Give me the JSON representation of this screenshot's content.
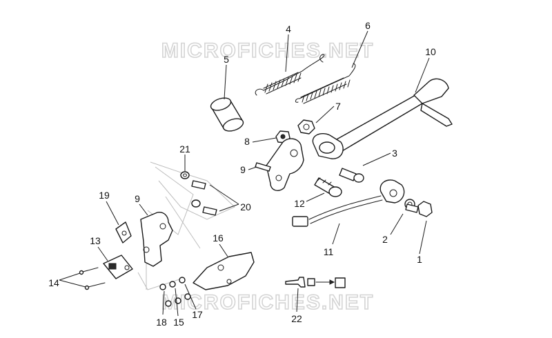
{
  "watermark": {
    "text": "MICROFICHES.NET"
  },
  "callouts": [
    {
      "id": "c1",
      "num": "1"
    },
    {
      "id": "c2",
      "num": "2"
    },
    {
      "id": "c3",
      "num": "3"
    },
    {
      "id": "c4",
      "num": "4"
    },
    {
      "id": "c5",
      "num": "5"
    },
    {
      "id": "c6",
      "num": "6"
    },
    {
      "id": "c7",
      "num": "7"
    },
    {
      "id": "c8",
      "num": "8"
    },
    {
      "id": "c9a",
      "num": "9"
    },
    {
      "id": "c9b",
      "num": "9"
    },
    {
      "id": "c10",
      "num": "10"
    },
    {
      "id": "c11",
      "num": "11"
    },
    {
      "id": "c12",
      "num": "12"
    },
    {
      "id": "c13",
      "num": "13"
    },
    {
      "id": "c14",
      "num": "14"
    },
    {
      "id": "c15",
      "num": "15"
    },
    {
      "id": "c16",
      "num": "16"
    },
    {
      "id": "c17",
      "num": "17"
    },
    {
      "id": "c18",
      "num": "18"
    },
    {
      "id": "c19",
      "num": "19"
    },
    {
      "id": "c20",
      "num": "20"
    },
    {
      "id": "c21",
      "num": "21"
    },
    {
      "id": "c22",
      "num": "22"
    }
  ]
}
